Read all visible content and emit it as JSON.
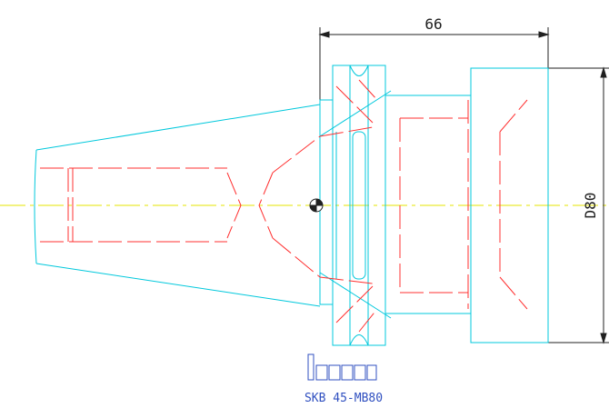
{
  "drawing": {
    "dimension_top": "66",
    "dimension_right": "D80",
    "part_code": "SKB 45-MB80",
    "brand": "iscar"
  },
  "colors": {
    "outline": "#00c8dc",
    "hidden": "#ff3030",
    "centerline": "#e6e600",
    "dimension": "#202020",
    "caption": "#3050c0",
    "logo": "#3050c0"
  }
}
